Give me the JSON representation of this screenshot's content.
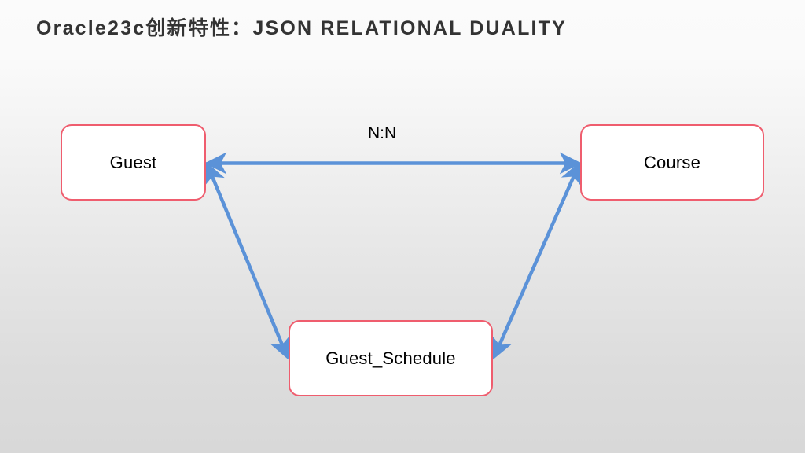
{
  "slide": {
    "title": "Oracle23c创新特性：JSON RELATIONAL DUALITY",
    "background_top_color": "#fbfbfb",
    "background_bottom_color": "#d8d8d8",
    "title_color": "#333333"
  },
  "diagram": {
    "type": "entity-relationship",
    "entity_border_color": "#ef5d6e",
    "entity_fill_color": "#ffffff",
    "connector_color": "#5b92d8",
    "entities": [
      {
        "id": "guest",
        "label": "Guest"
      },
      {
        "id": "course",
        "label": "Course"
      },
      {
        "id": "guest_schedule",
        "label": "Guest_Schedule"
      }
    ],
    "connectors": [
      {
        "id": "guest-course",
        "from": "guest",
        "to": "course",
        "label": "N:N",
        "arrows": "both"
      },
      {
        "id": "guest-guest_schedule",
        "from": "guest",
        "to": "guest_schedule",
        "label": "",
        "arrows": "both"
      },
      {
        "id": "course-guest_schedule",
        "from": "course",
        "to": "guest_schedule",
        "label": "",
        "arrows": "both"
      }
    ]
  }
}
